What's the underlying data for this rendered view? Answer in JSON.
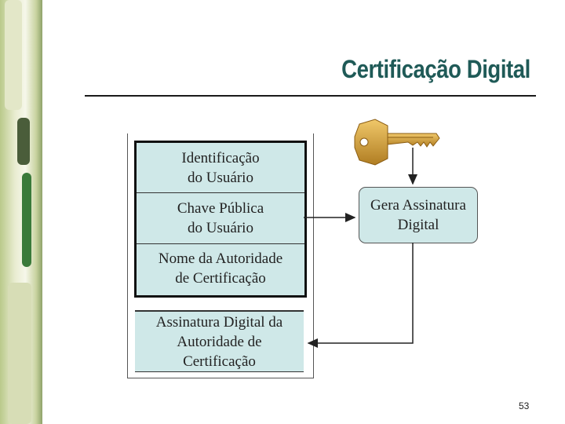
{
  "slide": {
    "title": "Certificação Digital",
    "page_number": "53"
  },
  "certificate": {
    "fields": [
      {
        "line1": "Identificação",
        "line2": "do Usuário"
      },
      {
        "line1": "Chave Pública",
        "line2": "do Usuário"
      },
      {
        "line1": "Nome da Autoridade",
        "line2": "de Certificação"
      }
    ],
    "signature": {
      "line1": "Assinatura Digital da",
      "line2": "Autoridade de",
      "line3": "Certificação"
    }
  },
  "generator": {
    "line1": "Gera Assinatura",
    "line2": "Digital"
  },
  "icons": {
    "key": "key-icon"
  },
  "colors": {
    "title": "#1f5a57",
    "box_fill": "#cfe8e8",
    "key": "#d9a64a"
  }
}
